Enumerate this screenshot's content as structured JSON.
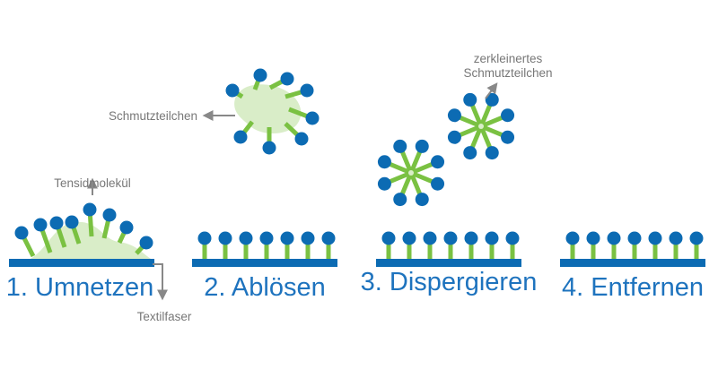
{
  "steps": [
    {
      "label": "1. Umnetzen"
    },
    {
      "label": "2. Ablösen"
    },
    {
      "label": "3. Dispergieren"
    },
    {
      "label": "4. Entfernen"
    }
  ],
  "annotations": {
    "surfactant": "Tensidmolekül",
    "textile": "Textilfaser",
    "dirt": "Schmutzteilchen",
    "broken_dirt_line1": "zerkleinertes",
    "broken_dirt_line2": "Schmutzteilchen"
  },
  "colors": {
    "fiber": "#0c6bb3",
    "head": "#0c6bb3",
    "tail": "#7ac142",
    "dirt": "#d9edc8",
    "step_text": "#1e73be",
    "annotation_text": "#777777",
    "arrow": "#888888"
  }
}
